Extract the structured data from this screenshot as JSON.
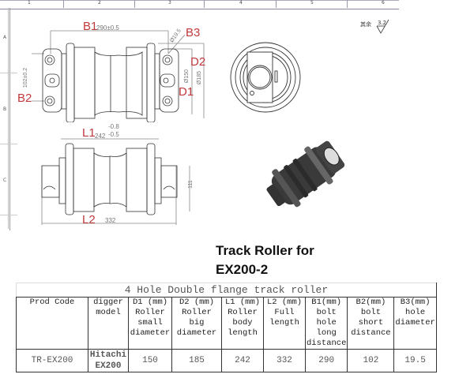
{
  "drawing": {
    "zones": [
      "1",
      "2",
      "3",
      "4",
      "5",
      "6"
    ],
    "rows": [
      "A",
      "B",
      "C"
    ],
    "surface_finish": {
      "label": "其余",
      "value": "3.2"
    },
    "labels": {
      "B1": "B1",
      "B2": "B2",
      "B3": "B3",
      "D1": "D1",
      "D2": "D2",
      "L1": "L1",
      "L2": "L2"
    },
    "dimensions": {
      "B1": "290±0.5",
      "B2": "102±0.2",
      "B3": "Ø19.5",
      "D1": "Ø150",
      "D2": "Ø185",
      "L1": "242",
      "L1_tol_upper": "-0.8",
      "L1_tol_lower": "-0.5",
      "L2": "332",
      "height": "111"
    }
  },
  "title": {
    "line1": "Track Roller for",
    "line2": "EX200-2"
  },
  "table": {
    "caption": "4 Hole Double flange track roller",
    "headers": [
      [
        "Prod Code"
      ],
      [
        "digger",
        "model"
      ],
      [
        "D1 (mm)",
        "Roller",
        "small",
        "diameter"
      ],
      [
        "D2 (mm)",
        "Roller big",
        "diameter"
      ],
      [
        "L1 (mm)",
        "Roller",
        "body",
        "length"
      ],
      [
        "L2 (mm)",
        "Full",
        "length"
      ],
      [
        "B1(mm)",
        "bolt",
        "hole long",
        "distance"
      ],
      [
        "B2(mm)",
        "bolt",
        "short",
        "distance"
      ],
      [
        "B3(mm)",
        "hole",
        "diameter"
      ]
    ],
    "rows": [
      {
        "prod_code": "TR-EX200",
        "model_line1": "Hitachi",
        "model_line2": "EX200",
        "d1": "150",
        "d2": "185",
        "l1": "242",
        "l2": "332",
        "b1": "290",
        "b2": "102",
        "b3": "19.5"
      }
    ]
  }
}
